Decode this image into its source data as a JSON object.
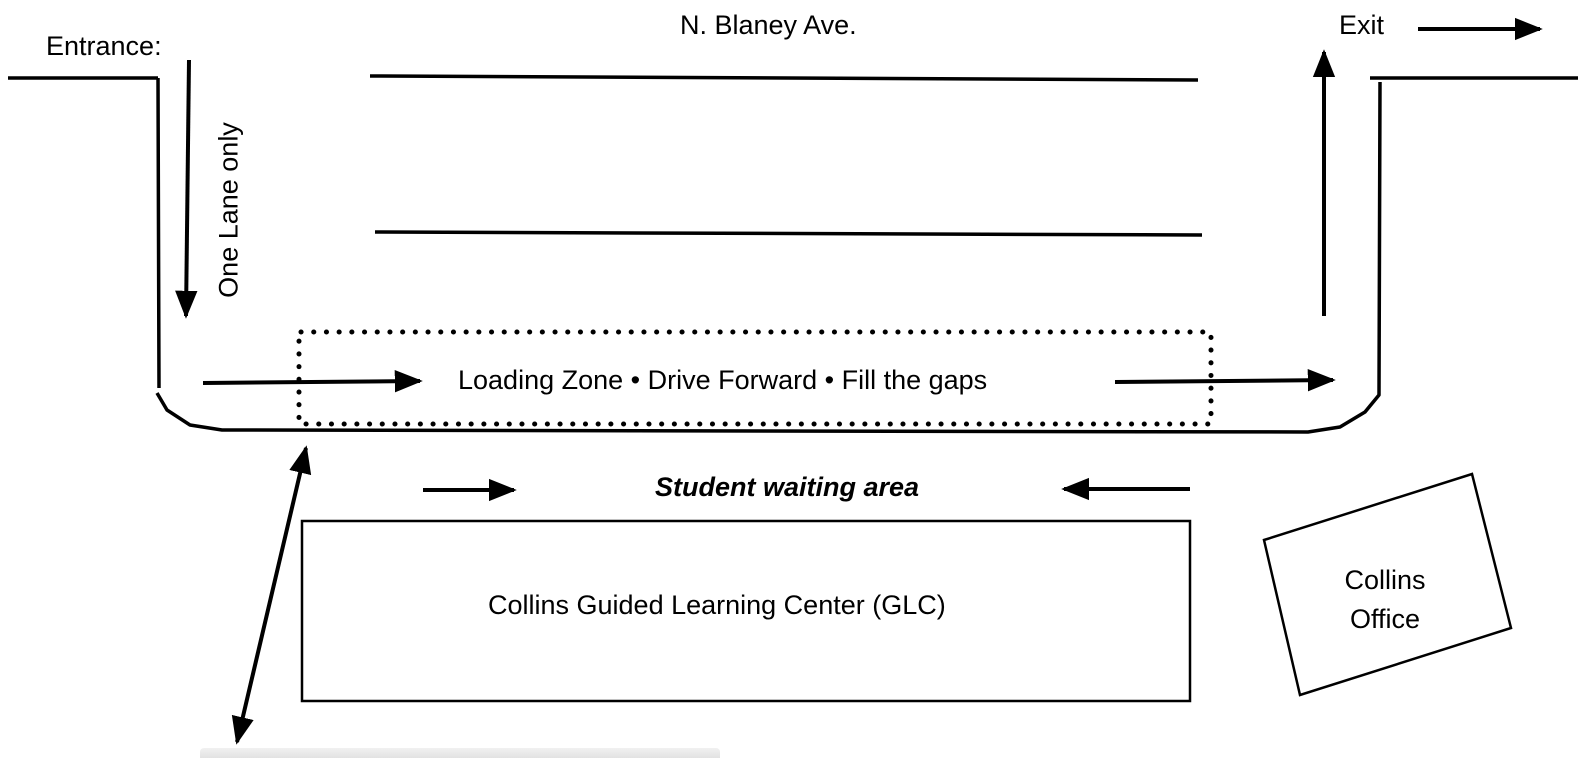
{
  "labels": {
    "street": "N. Blaney Ave.",
    "entrance": "Entrance:",
    "exit": "Exit",
    "one_lane": "One Lane only",
    "loading_zone": "Loading Zone • Drive Forward • Fill the gaps",
    "waiting_area": "Student waiting area",
    "building": "Collins Guided Learning Center (GLC)",
    "office_line1": "Collins",
    "office_line2": "Office"
  },
  "colors": {
    "ink": "#000000",
    "background": "#ffffff"
  }
}
